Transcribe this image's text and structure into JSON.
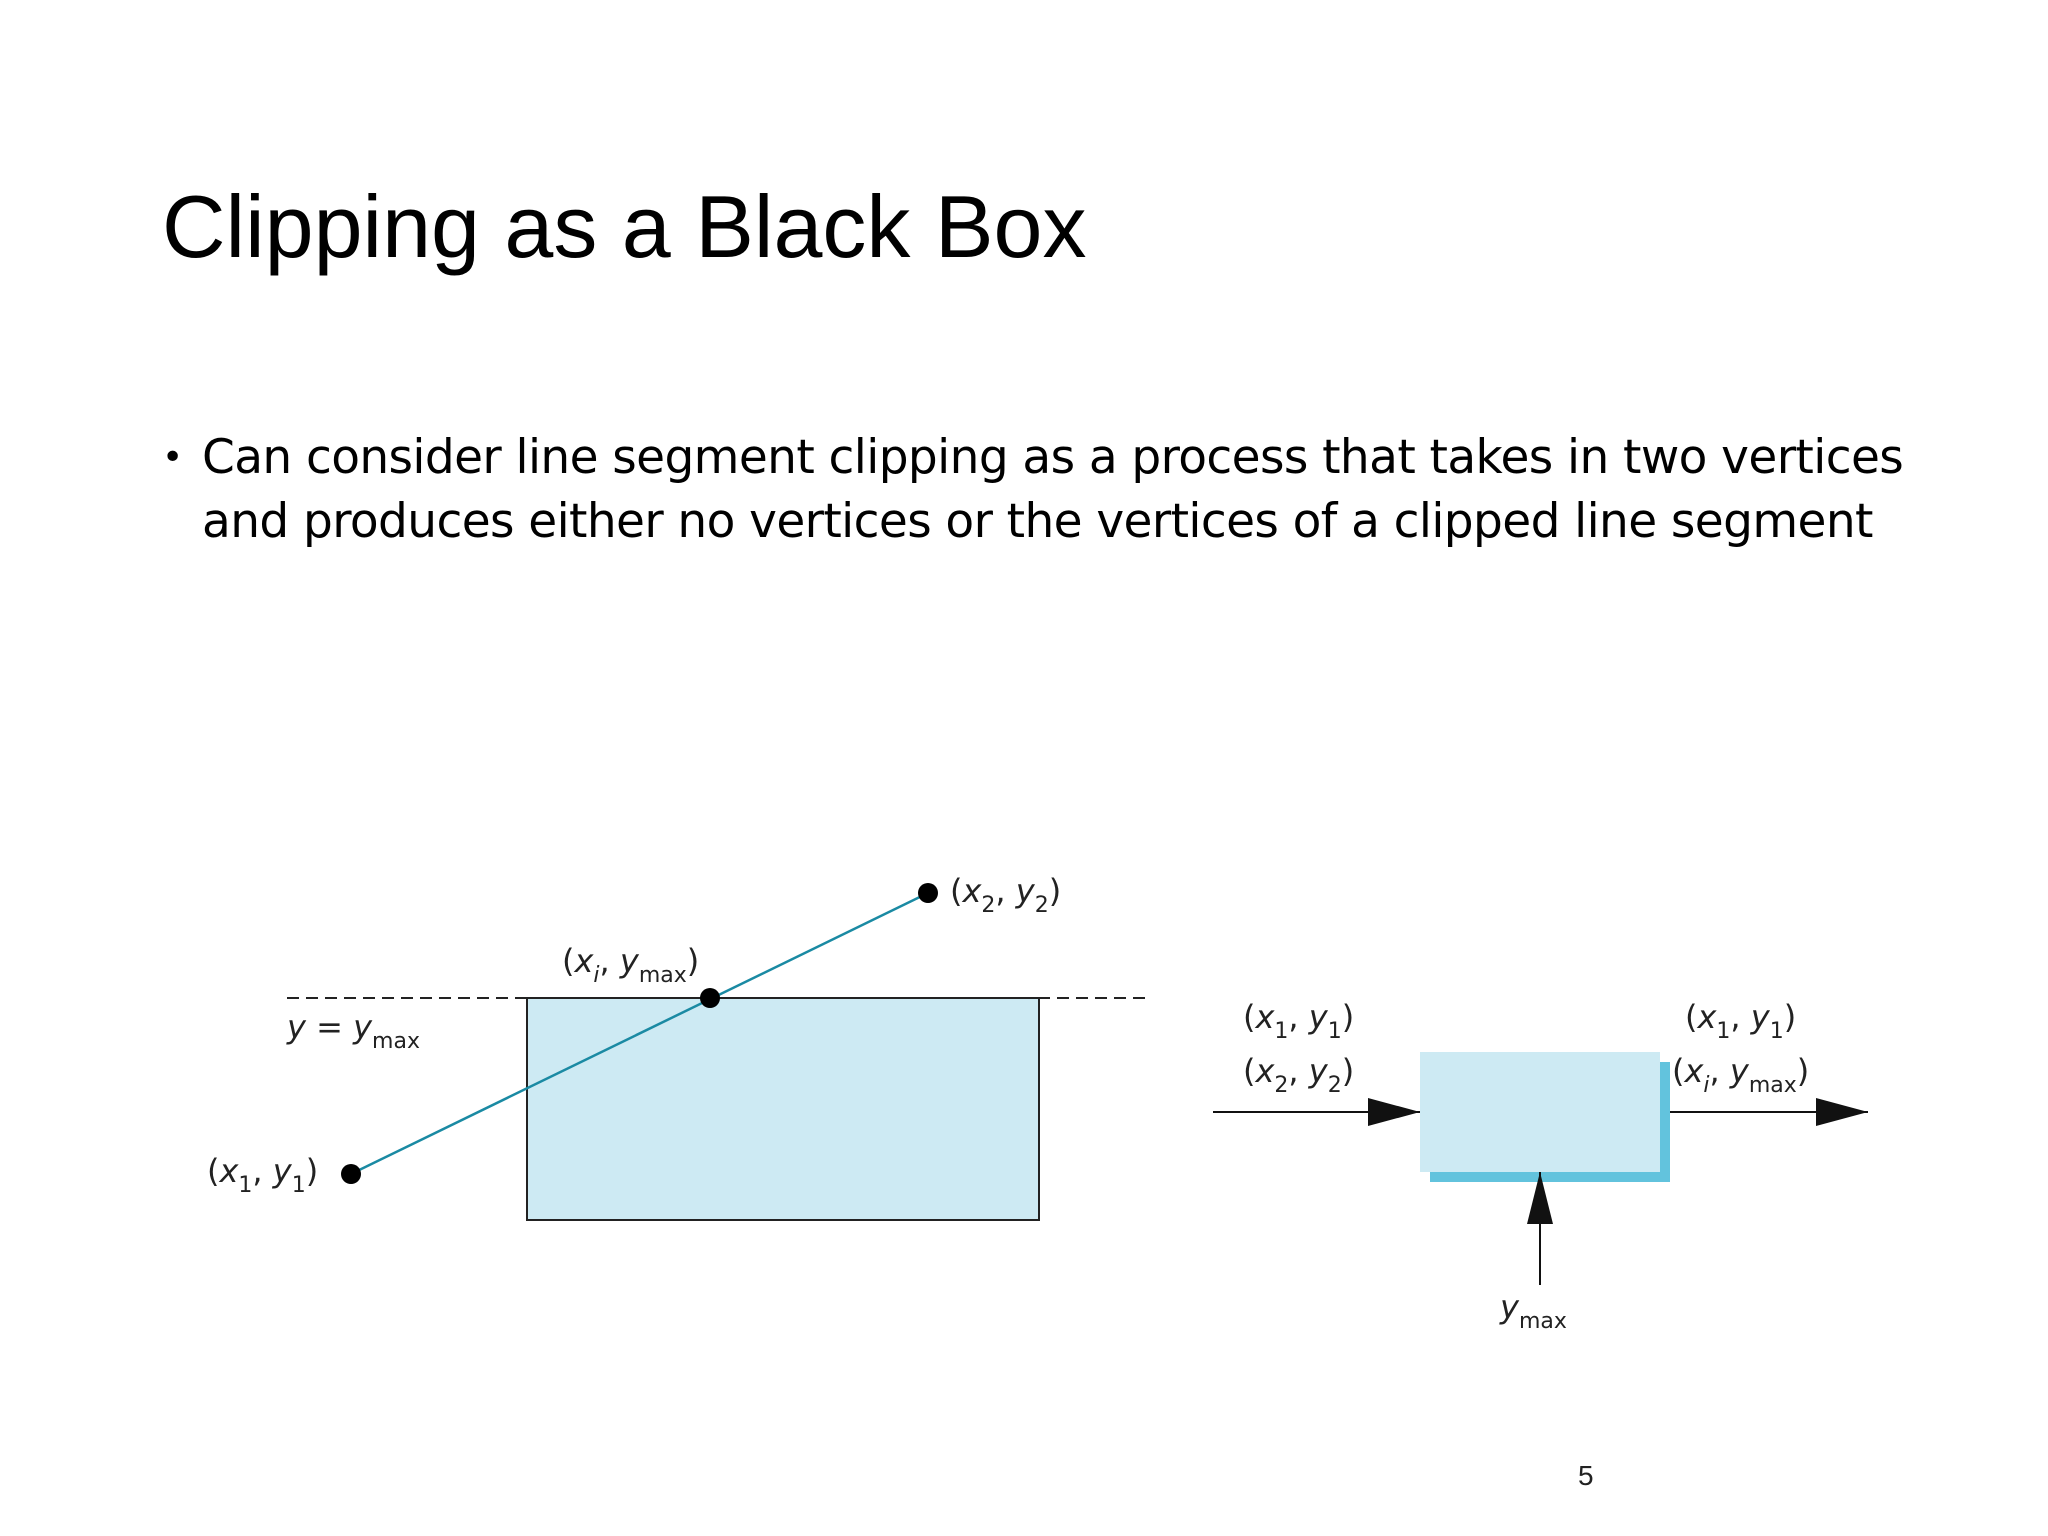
{
  "slide": {
    "title": "Clipping as a Black Box",
    "bullets": [
      "Can consider line segment clipping as a process that takes in two vertices and produces either no vertices or the vertices of a clipped line segment"
    ],
    "page_number": "5"
  },
  "figure_left": {
    "boundary_label": {
      "var": "y",
      "eq": " = ",
      "sym": "y",
      "sub": "max"
    },
    "p2_label": {
      "open": "(",
      "x": "x",
      "xsub": "2",
      "sep": ", ",
      "y": "y",
      "ysub": "2",
      "close": ")"
    },
    "pi_label": {
      "open": "(",
      "x": "x",
      "xsub": "i",
      "sep": ", ",
      "y": "y",
      "ysub": "max",
      "close": ")"
    },
    "p1_label": {
      "open": "(",
      "x": "x",
      "xsub": "1",
      "sep": ", ",
      "y": "y",
      "ysub": "1",
      "close": ")"
    }
  },
  "figure_right": {
    "input_1": {
      "open": "(",
      "x": "x",
      "xsub": "1",
      "sep": ", ",
      "y": "y",
      "ysub": "1",
      "close": ")"
    },
    "input_2": {
      "open": "(",
      "x": "x",
      "xsub": "2",
      "sep": ", ",
      "y": "y",
      "ysub": "2",
      "close": ")"
    },
    "output_1": {
      "open": "(",
      "x": "x",
      "xsub": "1",
      "sep": ", ",
      "y": "y",
      "ysub": "1",
      "close": ")"
    },
    "output_2": {
      "open": "(",
      "x": "x",
      "xsub": "i",
      "sep": ", ",
      "y": "y",
      "ysub": "max",
      "close": ")"
    },
    "control_label": {
      "sym": "y",
      "sub": "max"
    }
  },
  "colors": {
    "clip_fill": "#cdeaf3",
    "box_fill": "#cdeaf3",
    "box_shadow": "#62c3dd",
    "segment": "#1a8aa3"
  }
}
